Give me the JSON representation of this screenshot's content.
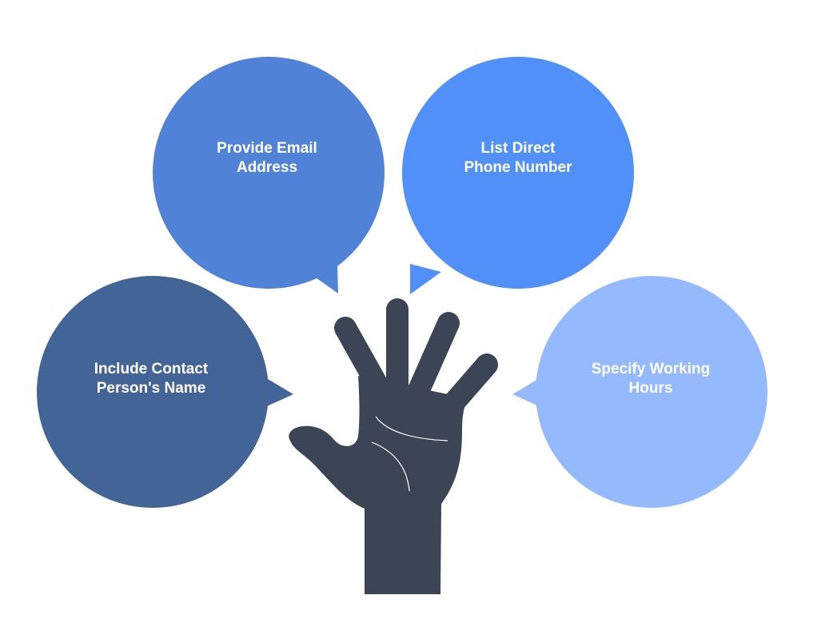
{
  "bubbles": [
    {
      "line1": "Provide Email",
      "line2": "Address",
      "color": "#5083D8"
    },
    {
      "line1": "List Direct",
      "line2": "Phone Number",
      "color": "#5090F8"
    },
    {
      "line1": "Include Contact",
      "line2": "Person's Name",
      "color": "#436496"
    },
    {
      "line1": "Specify Working",
      "line2": "Hours",
      "color": "#94BAFD"
    }
  ],
  "hand": {
    "color": "#3C4555",
    "line_color": "#FFFFFF"
  }
}
